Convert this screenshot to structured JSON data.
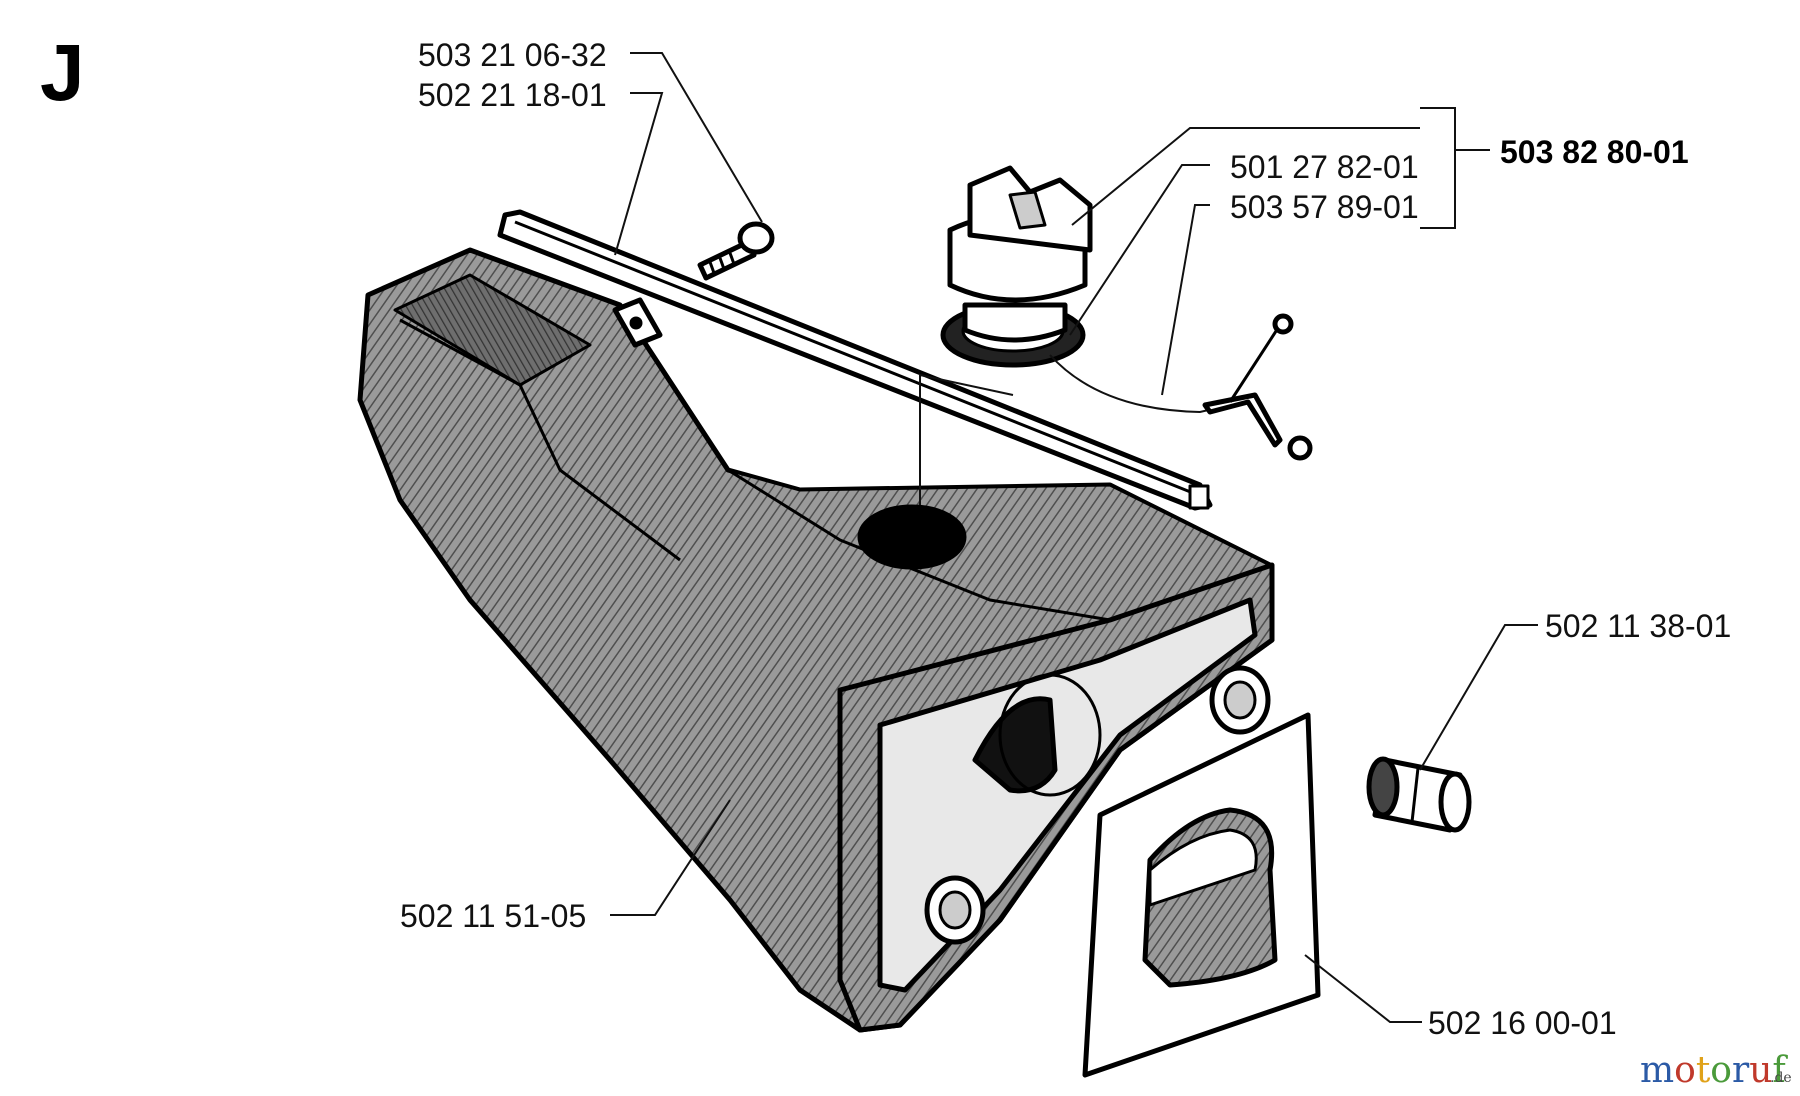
{
  "section_letter": "J",
  "parts": {
    "bolt_screw": "503 21 06-32",
    "rail_strip": "502 21 18-01",
    "cap_assembly": "503 82 80-01",
    "cap_gasket": "501 27 82-01",
    "strap_retainer": "503 57 89-01",
    "tube_plug": "502 11 38-01",
    "tank_housing": "502 11 51-05",
    "flange_gasket": "502 16 00-01"
  },
  "watermark": {
    "letters": [
      "m",
      "o",
      "t",
      "o",
      "r",
      "u",
      "f"
    ],
    "letter_colors": [
      "#2b5aa6",
      "#c0392b",
      "#e0a21a",
      "#4a9a3a",
      "#2b5aa6",
      "#c0392b",
      "#4a9a3a"
    ],
    "suffix": ".de"
  },
  "colors": {
    "line": "#111111",
    "housing_fill": "#8a8a8a",
    "gasket_fill": "#ffffff"
  }
}
